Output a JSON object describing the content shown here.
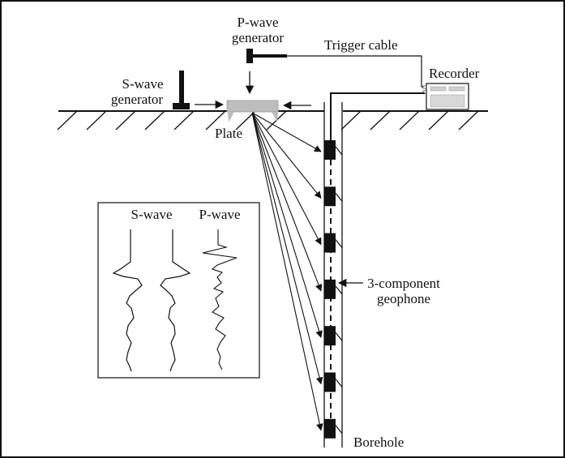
{
  "diagram": {
    "title": "Downhole seismic test setup",
    "labels": {
      "p_wave_generator_line1": "P-wave",
      "p_wave_generator_line2": "generator",
      "s_wave_generator_line1": "S-wave",
      "s_wave_generator_line2": "generator",
      "trigger_cable": "Trigger cable",
      "recorder": "Recorder",
      "plate": "Plate",
      "geophone_line1": "3-component",
      "geophone_line2": "geophone",
      "borehole": "Borehole"
    },
    "inset": {
      "s_wave_label": "S-wave",
      "p_wave_label": "P-wave"
    },
    "geophone_count": 7,
    "ray_count": 7,
    "colors": {
      "ink": "#111111",
      "plate_fill": "#bdbdbd",
      "recorder_panel": "#d4d4d4",
      "background": "#ffffff"
    }
  }
}
